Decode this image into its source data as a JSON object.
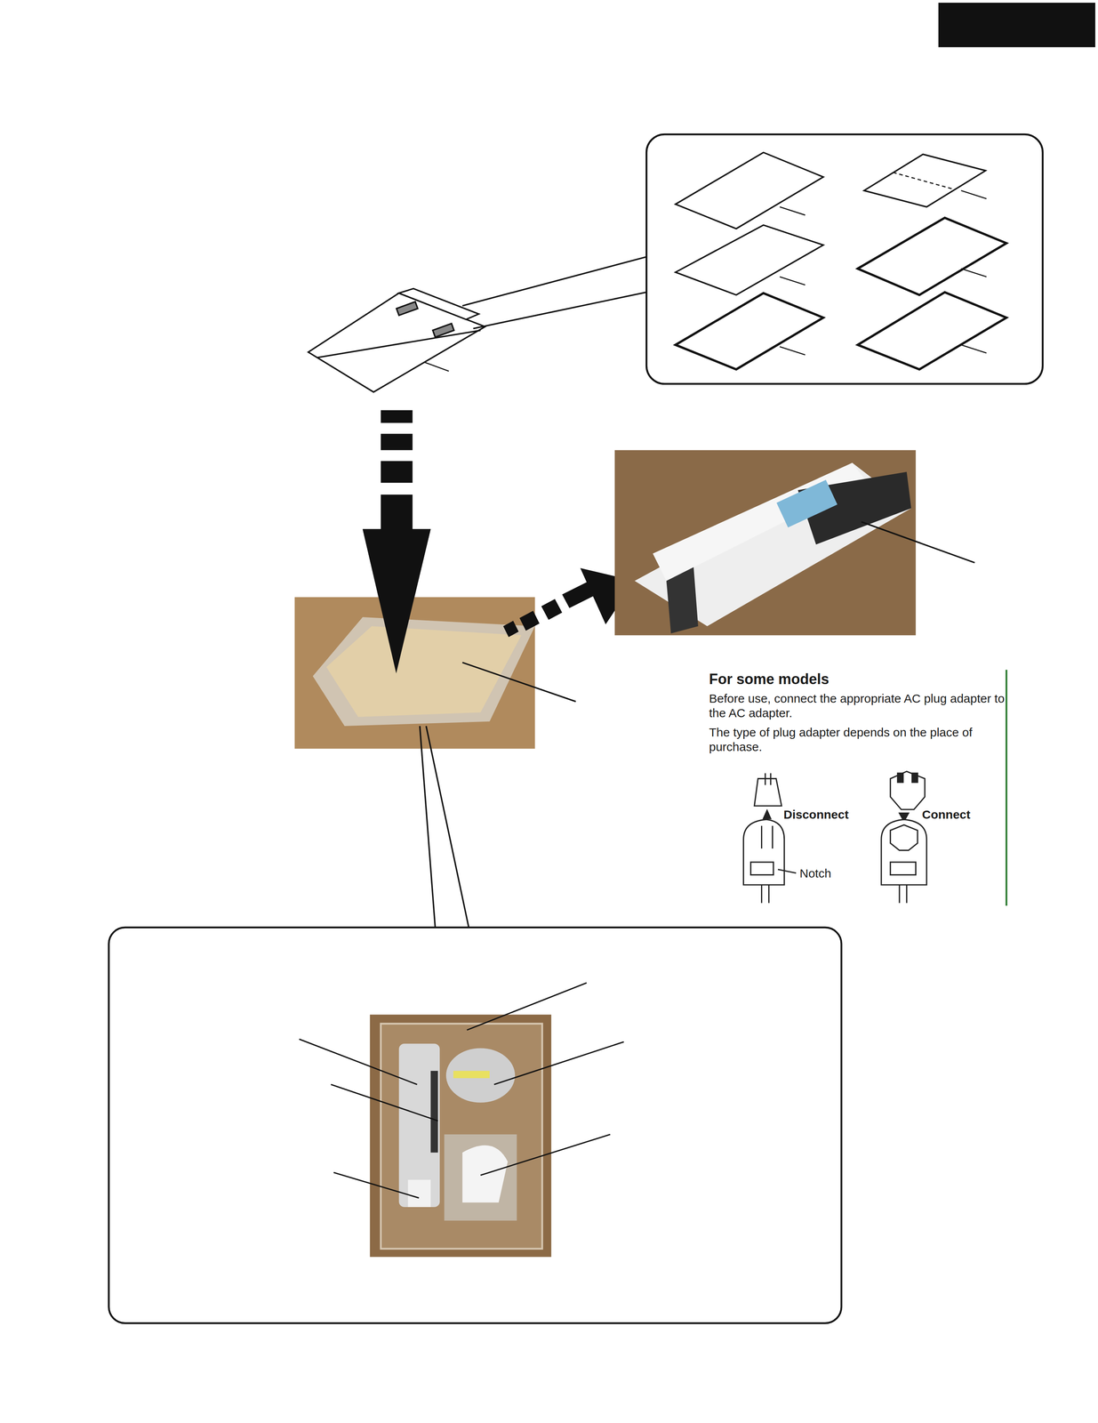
{
  "diagram": {
    "labels": [
      "For some models",
      "Before use, connect the appropriate AC plug adapter to the AC adapter.",
      "The type of plug adapter depends on the place of purchase.",
      "Disconnect",
      "Connect",
      "Notch"
    ]
  }
}
